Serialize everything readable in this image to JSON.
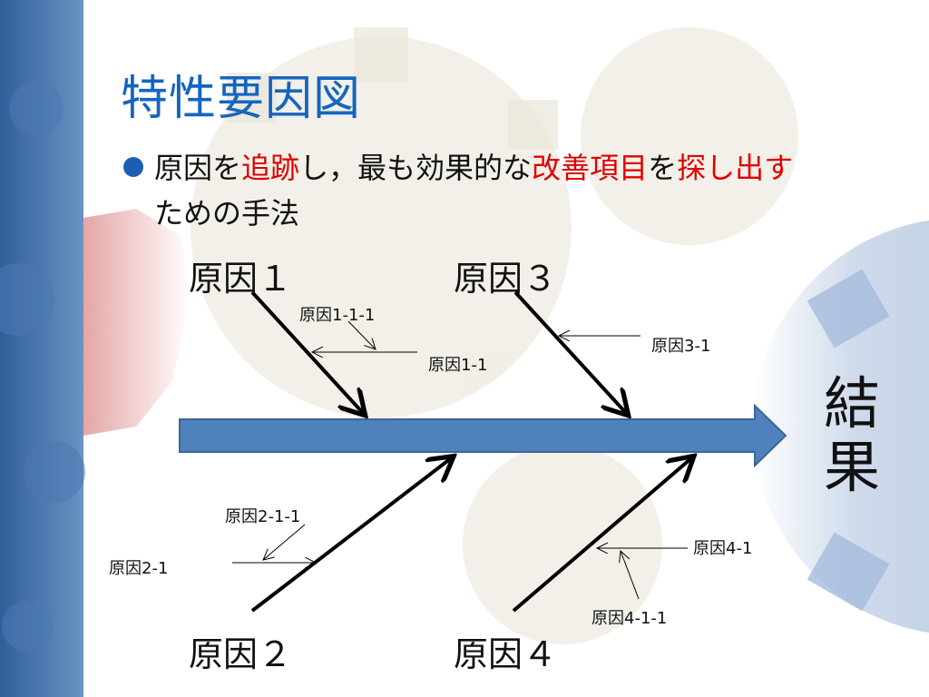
{
  "slide": {
    "title": "特性要因図",
    "bullet": {
      "parts": [
        {
          "text": "原因を",
          "highlight": false
        },
        {
          "text": "追跡",
          "highlight": true
        },
        {
          "text": "し，最も効果的な",
          "highlight": false
        },
        {
          "text": "改善項目",
          "highlight": true
        },
        {
          "text": "を",
          "highlight": false
        },
        {
          "text": "探し出す",
          "highlight": true
        },
        {
          "text": "ための手法",
          "highlight": false
        }
      ]
    }
  },
  "diagram": {
    "result": [
      "結",
      "果"
    ],
    "main_causes": {
      "c1": "原因１",
      "c2": "原因２",
      "c3": "原因３",
      "c4": "原因４"
    },
    "sub_causes": {
      "c1_1": "原因1-1",
      "c1_1_1": "原因1-1-1",
      "c2_1": "原因2-1",
      "c2_1_1": "原因2-1-1",
      "c3_1": "原因3-1",
      "c4_1": "原因4-1",
      "c4_1_1": "原因4-1-1"
    }
  },
  "colors": {
    "title": "#1565c0",
    "highlight": "#e00000",
    "spine_fill": "#4f81bd",
    "spine_stroke": "#3b6597",
    "left_band": "#3e6fa8"
  }
}
